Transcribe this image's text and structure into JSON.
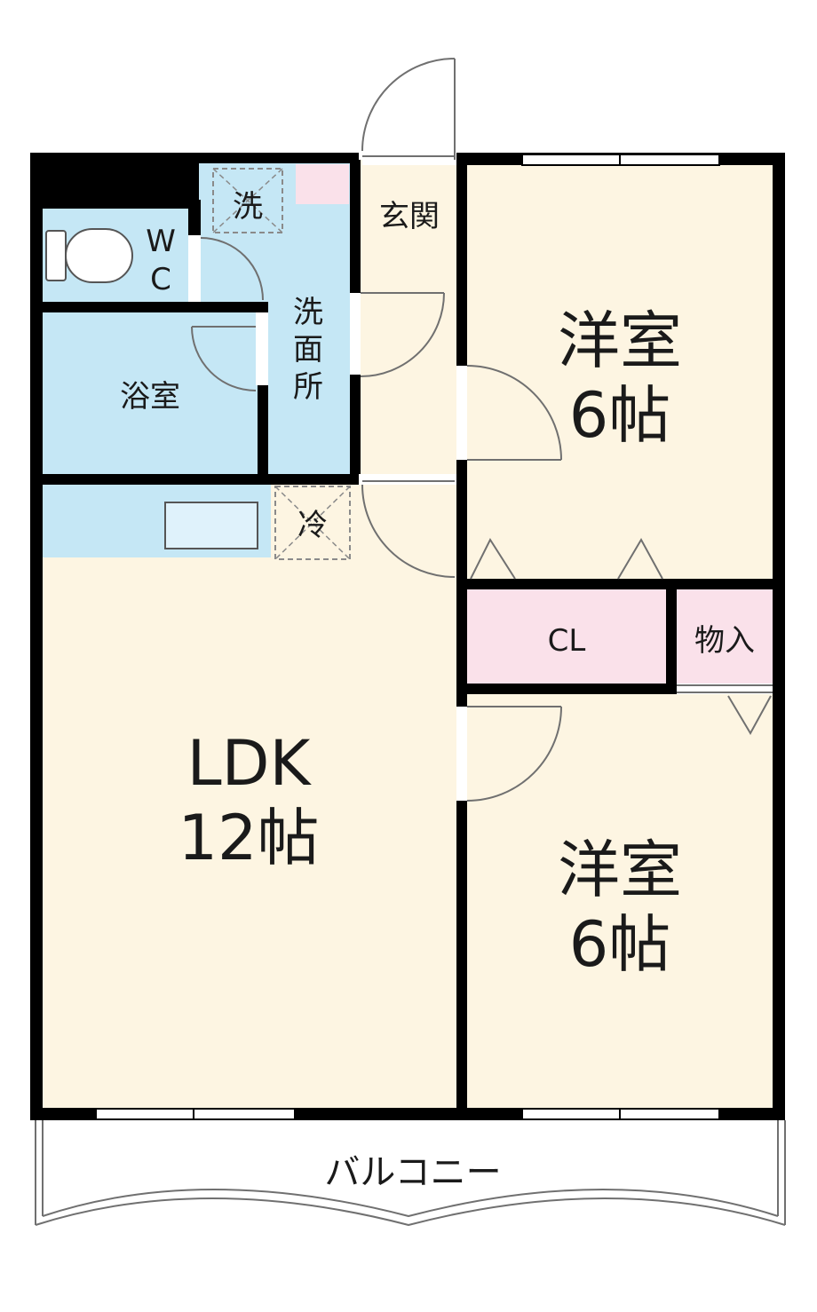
{
  "colors": {
    "wall": "#000000",
    "living": "#fdf5e2",
    "wet": "#c5e7f5",
    "storage": "#fae1ea",
    "balcony": "#ffffff",
    "line": "#707070"
  },
  "rooms": {
    "wc": {
      "label_1": "W",
      "label_2": "C"
    },
    "washer": {
      "label": "洗"
    },
    "washroom": {
      "label_1": "洗",
      "label_2": "面",
      "label_3": "所"
    },
    "bath": {
      "label": "浴室"
    },
    "entrance": {
      "label": "玄関"
    },
    "fridge": {
      "label": "冷"
    },
    "bedroom_north": {
      "label_1": "洋室",
      "label_2": "6帖"
    },
    "closet": {
      "label": "CL"
    },
    "storage": {
      "label": "物入"
    },
    "ldk": {
      "label_1": "LDK",
      "label_2": "12帖"
    },
    "bedroom_south": {
      "label_1": "洋室",
      "label_2": "6帖"
    },
    "balcony": {
      "label": "バルコニー"
    }
  }
}
